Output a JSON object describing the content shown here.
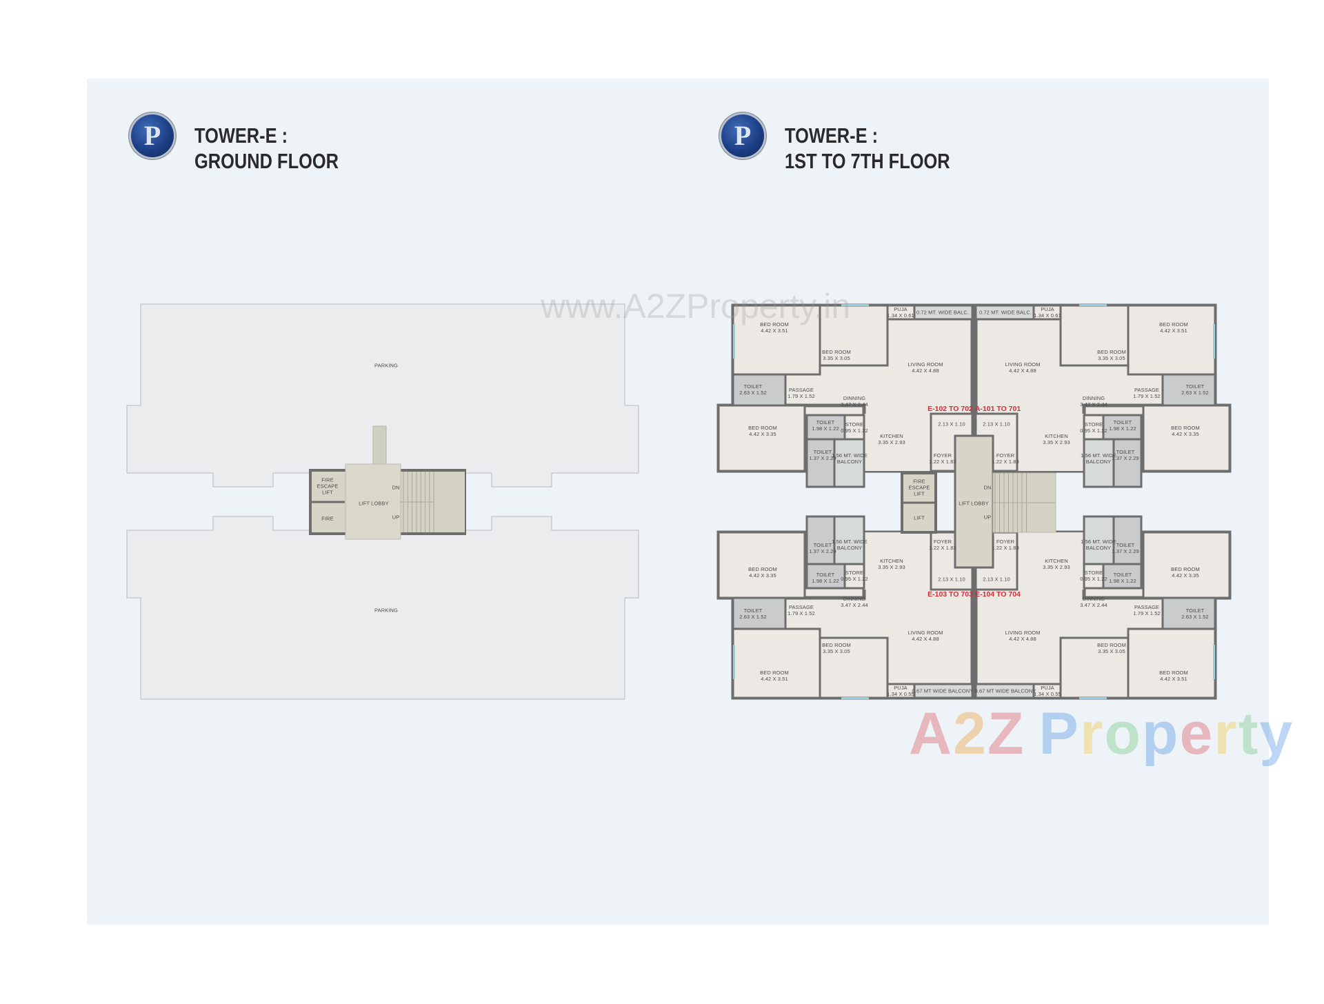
{
  "left_panel": {
    "title_line1": "TOWER-E :",
    "title_line2": "GROUND FLOOR",
    "logo_letter": "P",
    "labels": {
      "parking_top": "PARKING",
      "parking_bottom": "PARKING",
      "fire_escape_lift": "FIRE ESCAPE LIFT",
      "fire": "FIRE",
      "lift_lobby": "LIFT LOBBY",
      "dn": "DN",
      "up": "UP"
    }
  },
  "right_panel": {
    "title_line1": "TOWER-E :",
    "title_line2": "1ST TO 7TH FLOOR",
    "logo_letter": "P",
    "core": {
      "fire_escape_lift": "FIRE ESCAPE LIFT",
      "lift": "LIFT",
      "lift_lobby": "LIFT LOBBY",
      "dn": "DN",
      "up": "UP"
    },
    "units": [
      {
        "label": "E-102 TO 702",
        "rooms": [
          {
            "name": "BED ROOM",
            "size": "4.42 X 3.51"
          },
          {
            "name": "BED ROOM",
            "size": "3.35 X 3.05"
          },
          {
            "name": "PUJA",
            "size": "1.34 X 0.61"
          },
          {
            "name": "0.72 MT. WIDE BALC.",
            "size": ""
          },
          {
            "name": "LIVING ROOM",
            "size": "4.42 X 4.88"
          },
          {
            "name": "TOILET",
            "size": "2.63 X 1.52"
          },
          {
            "name": "PASSAGE",
            "size": "1.79 X 1.52"
          },
          {
            "name": "BED ROOM",
            "size": "4.42 X 3.35"
          },
          {
            "name": "TOILET",
            "size": "1.98 X 1.22"
          },
          {
            "name": "STORE",
            "size": "0.95 X 1.22"
          },
          {
            "name": "TOILET",
            "size": "1.37 X 2.29"
          },
          {
            "name": "1.56 MT. WIDE",
            "size": "BALCONY"
          },
          {
            "name": "DINNING",
            "size": "3.47 X 2.44"
          },
          {
            "name": "KITCHEN",
            "size": "3.35 X 2.93"
          },
          {
            "name": "",
            "size": "2.13 X 1.10"
          },
          {
            "name": "FOYER",
            "size": "1.22 X 1.83"
          }
        ]
      },
      {
        "label": "A-101 TO 701",
        "rooms": [
          {
            "name": "BED ROOM",
            "size": "4.42 X 3.51"
          },
          {
            "name": "BED ROOM",
            "size": "3.35 X 3.05"
          },
          {
            "name": "PUJA",
            "size": "1.34 X 0.61"
          },
          {
            "name": "0.72 MT. WIDE BALC.",
            "size": ""
          },
          {
            "name": "LIVING ROOM",
            "size": "4.42 X 4.88"
          },
          {
            "name": "TOILET",
            "size": "2.63 X 1.52"
          },
          {
            "name": "PASSAGE",
            "size": "1.79 X 1.52"
          },
          {
            "name": "BED ROOM",
            "size": "4.42 X 3.35"
          },
          {
            "name": "TOILET",
            "size": "1.98 X 1.22"
          },
          {
            "name": "STORE",
            "size": "0.95 X 1.22"
          },
          {
            "name": "TOILET",
            "size": "1.37 X 2.29"
          },
          {
            "name": "1.56 MT. WIDE",
            "size": "BALCONY"
          },
          {
            "name": "DINNING",
            "size": "3.47 X 2.44"
          },
          {
            "name": "KITCHEN",
            "size": "3.35 X 2.93"
          },
          {
            "name": "",
            "size": "2.13 X 1.10"
          },
          {
            "name": "FOYER",
            "size": "1.22 X 1.83"
          }
        ]
      },
      {
        "label": "E-103 TO 703",
        "rooms": [
          {
            "name": "BED ROOM",
            "size": "4.42 X 3.51"
          },
          {
            "name": "BED ROOM",
            "size": "3.35 X 3.05"
          },
          {
            "name": "PUJA",
            "size": "1.34 X 0.55"
          },
          {
            "name": "0.67 MT WIDE BALCONY",
            "size": ""
          },
          {
            "name": "LIVING ROOM",
            "size": "4.42 X 4.88"
          },
          {
            "name": "TOILET",
            "size": "2.63 X 1.52"
          },
          {
            "name": "PASSAGE",
            "size": "1.79 X 1.52"
          },
          {
            "name": "BED ROOM",
            "size": "4.42 X 3.35"
          },
          {
            "name": "TOILET",
            "size": "1.98 X 1.22"
          },
          {
            "name": "STORE",
            "size": "0.95 X 1.22"
          },
          {
            "name": "TOILET",
            "size": "1.37 X 2.29"
          },
          {
            "name": "1.56 MT. WIDE",
            "size": "BALCONY"
          },
          {
            "name": "DINNING",
            "size": "3.47 X 2.44"
          },
          {
            "name": "KITCHEN",
            "size": "3.35 X 2.93"
          },
          {
            "name": "",
            "size": "2.13 X 1.10"
          },
          {
            "name": "FOYER",
            "size": "1.22 X 1.83"
          }
        ]
      },
      {
        "label": "E-104 TO 704",
        "rooms": [
          {
            "name": "BED ROOM",
            "size": "4.42 X 3.51"
          },
          {
            "name": "BED ROOM",
            "size": "3.35 X 3.05"
          },
          {
            "name": "PUJA",
            "size": "1.34 X 0.55"
          },
          {
            "name": "0.67 MT WIDE BALCONY",
            "size": ""
          },
          {
            "name": "LIVING ROOM",
            "size": "4.42 X 4.88"
          },
          {
            "name": "TOILET",
            "size": "2.63 X 1.52"
          },
          {
            "name": "PASSAGE",
            "size": "1.79 X 1.52"
          },
          {
            "name": "BED ROOM",
            "size": "4.42 X 3.35"
          },
          {
            "name": "TOILET",
            "size": "1.98 X 1.22"
          },
          {
            "name": "STORE",
            "size": "0.95 X 1.22"
          },
          {
            "name": "TOILET",
            "size": "1.37 X 2.29"
          },
          {
            "name": "1.56 MT. WIDE",
            "size": "BALCONY"
          },
          {
            "name": "DINNING",
            "size": "3.47 X 2.44"
          },
          {
            "name": "KITCHEN",
            "size": "3.35 X 2.93"
          },
          {
            "name": "",
            "size": "2.13 X 1.10"
          },
          {
            "name": "FOYER",
            "size": "1.22 X 1.83"
          }
        ]
      }
    ]
  },
  "watermarks": {
    "url": "www.A2ZProperty.in",
    "brand": [
      "A",
      "2",
      "Z",
      " ",
      "P",
      "r",
      "o",
      "p",
      "e",
      "r",
      "t",
      "y"
    ],
    "brand_colors": [
      "#e0606a",
      "#f0a040",
      "#e0606a",
      "#ffffff",
      "#5b9be8",
      "#f2c94c",
      "#7cc98a",
      "#5b9be8",
      "#e0606a",
      "#f2c94c",
      "#7cc98a",
      "#5b9be8"
    ]
  },
  "colors": {
    "background": "#edf3f7",
    "floor": "#ece9e4",
    "wall": "#6d6d6d",
    "toilet": "#c9cbcc",
    "balcony": "#d6dad9",
    "core": "#d6d5c8",
    "parking": "#ebeced",
    "unit_label": "#d42b35",
    "window": "#8fd3e0"
  }
}
